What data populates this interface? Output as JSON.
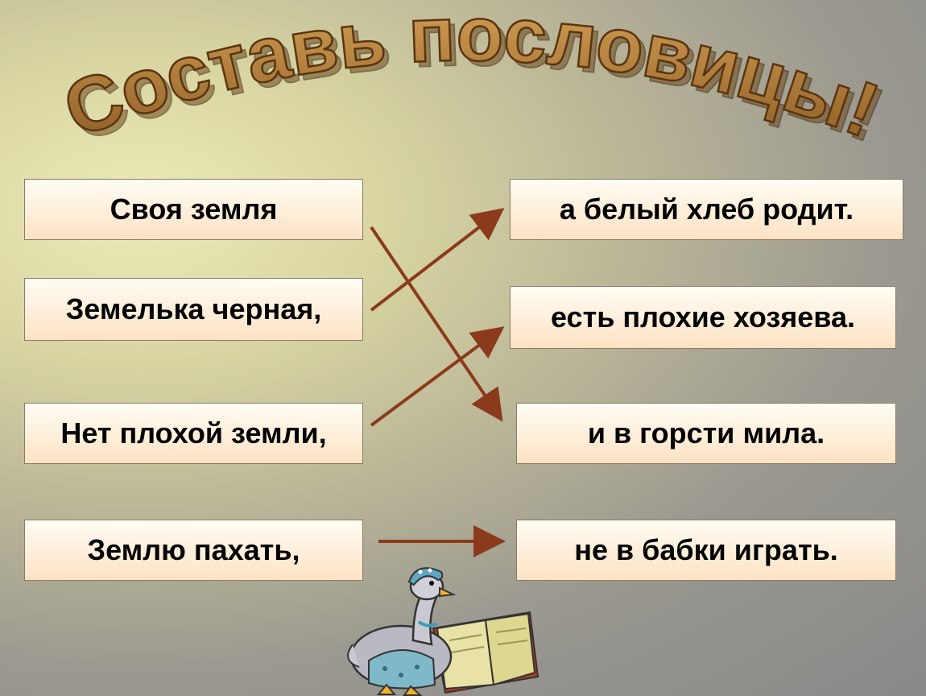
{
  "title": "Составь пословицы!",
  "left_column": [
    "Своя земля",
    "Земелька черная,",
    "Нет плохой земли,",
    "Землю пахать,"
  ],
  "right_column": [
    "а белый хлеб родит.",
    "есть плохие хозяева.",
    "и в горсти мила.",
    "не в бабки играть."
  ],
  "colors": {
    "title_fill": "#9b6b2a",
    "title_stroke": "#5a3410",
    "arrow": "#8b3b1c",
    "box_border": "#8a7a66"
  },
  "icons": {
    "goose": "goose-reading-book-icon"
  }
}
